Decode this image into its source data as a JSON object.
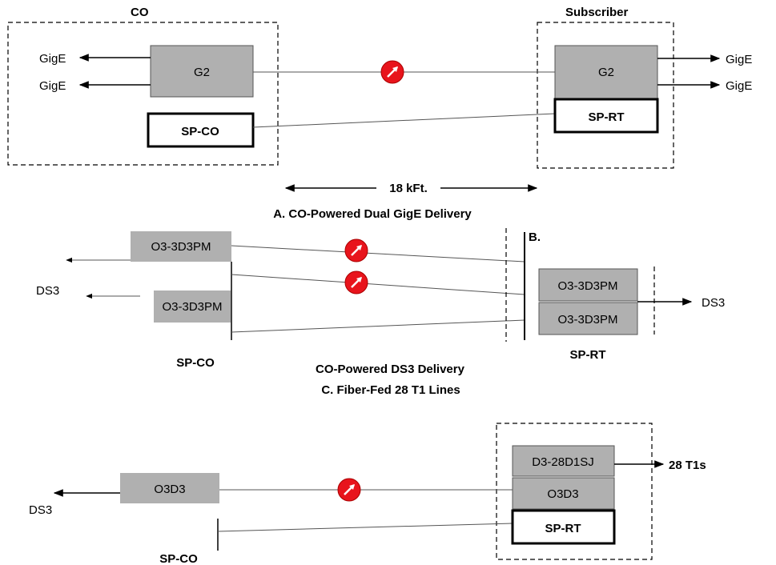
{
  "section_a": {
    "co_label": "CO",
    "subscriber_label": "Subscriber",
    "co_module": "G2",
    "rt_module": "G2",
    "sp_co": "SP-CO",
    "sp_rt": "SP-RT",
    "left_outputs": [
      "GigE",
      "GigE"
    ],
    "right_outputs": [
      "GigE",
      "GigE"
    ],
    "distance": "18 kFt.",
    "caption": "A. CO-Powered Dual GigE Delivery"
  },
  "section_b": {
    "label": "B.",
    "co_module_1": "O3-3D3PM",
    "co_module_2": "O3-3D3PM",
    "rt_module_1": "O3-3D3PM",
    "rt_module_2": "O3-3D3PM",
    "left_output": "DS3",
    "right_output": "DS3",
    "sp_co": "SP-CO",
    "sp_rt": "SP-RT",
    "caption": "CO-Powered DS3 Delivery"
  },
  "section_c": {
    "caption": "C. Fiber-Fed 28 T1 Lines",
    "co_module": "O3D3",
    "rt_top": "D3-28D1SJ",
    "rt_mid": "O3D3",
    "sp_rt": "SP-RT",
    "sp_co": "SP-CO",
    "left_output": "DS3",
    "right_output": "28 T1s"
  },
  "colors": {
    "module_fill": "#b0b0b0",
    "line": "#555555",
    "regen_red": "#e8141c"
  }
}
